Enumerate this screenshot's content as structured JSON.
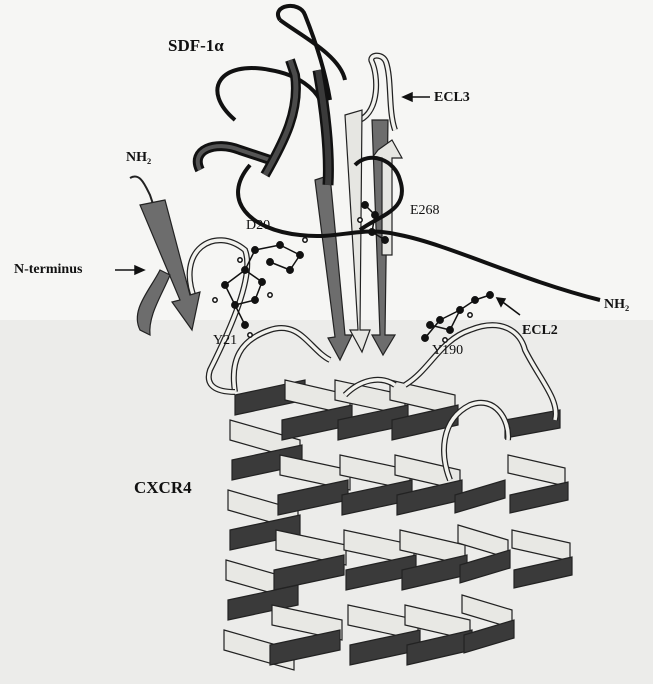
{
  "labels": {
    "sdf": "SDF-1α",
    "ecl3": "ECL3",
    "nh2_top": "NH₂",
    "nh2_right": "NH₂",
    "d20": "D20",
    "e268": "E268",
    "n_terminus": "N-terminus",
    "y21": "Y21",
    "y190": "Y190",
    "ecl2": "ECL2",
    "cxcr4": "CXCR4"
  },
  "colors": {
    "ribbon_dark": "#1a1a1a",
    "ribbon_mid": "#6d6d6d",
    "ribbon_light": "#e6e6e2",
    "background_shade": "#e9e9e6"
  }
}
